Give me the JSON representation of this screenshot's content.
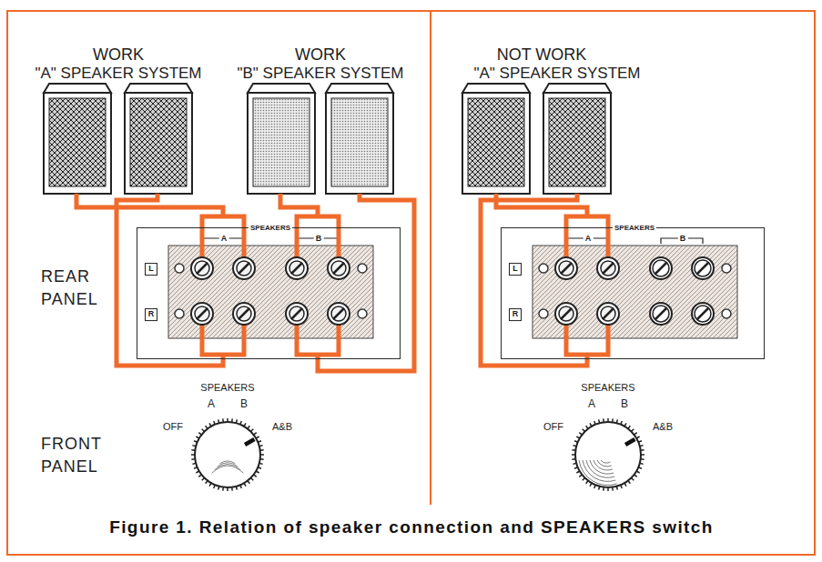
{
  "diagram": {
    "caption": "Figure 1. Relation of speaker connection and SPEAKERS switch",
    "nodes": [
      {
        "text": [
          "SPEAKERS",
          "A",
          "B",
          "L",
          "R"
        ]
      },
      {
        "text": [
          "SPEAKERS",
          "A",
          "B",
          "L",
          "R"
        ]
      }
    ],
    "labels": [
      "WORK",
      "\"A\" SPEAKER SYSTEM",
      "WORK",
      "\"B\" SPEAKER SYSTEM",
      "NOT WORK",
      "\"A\" SPEAKER SYSTEM",
      "REAR PANEL",
      "FRONT PANEL",
      "SPEAKERS",
      "A",
      "B",
      "OFF",
      "A&B",
      "SPEAKERS",
      "A",
      "B",
      "OFF",
      "A&B"
    ]
  }
}
